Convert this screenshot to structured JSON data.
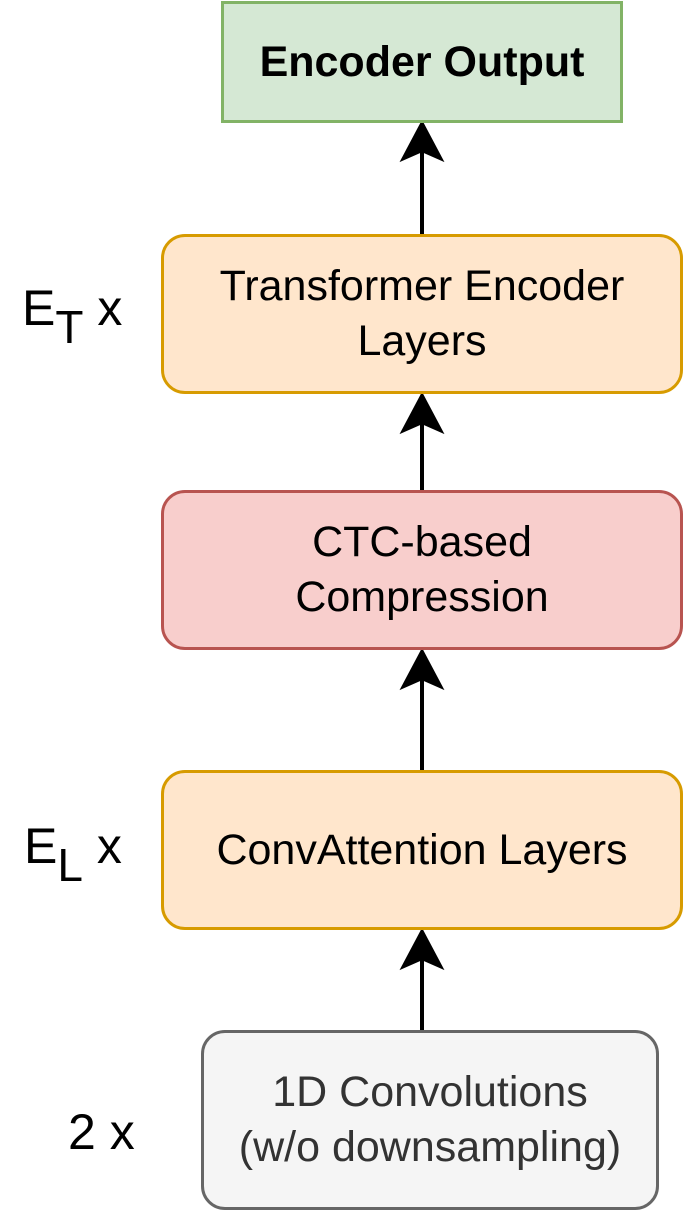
{
  "blocks": {
    "encoder_output": {
      "label": "Encoder Output",
      "fill": "#d5e8d4",
      "stroke": "#82b366"
    },
    "transformer": {
      "line1": "Transformer Encoder",
      "line2": "Layers",
      "multiplier": "E",
      "multiplier_sub": "T",
      "multiplier_suffix": " x",
      "fill": "#ffe6cc",
      "stroke": "#d79b00"
    },
    "ctc": {
      "line1": "CTC-based",
      "line2": "Compression",
      "fill": "#f8cecc",
      "stroke": "#b85450"
    },
    "convattention": {
      "label": "ConvAttention Layers",
      "multiplier": "E",
      "multiplier_sub": "L",
      "multiplier_suffix": " x",
      "fill": "#ffe6cc",
      "stroke": "#d79b00"
    },
    "conv1d": {
      "line1": "1D Convolutions",
      "line2": "(w/o downsampling)",
      "multiplier": "2 x",
      "fill": "#f5f5f5",
      "stroke": "#666666"
    }
  },
  "arrow_color": "#000000"
}
